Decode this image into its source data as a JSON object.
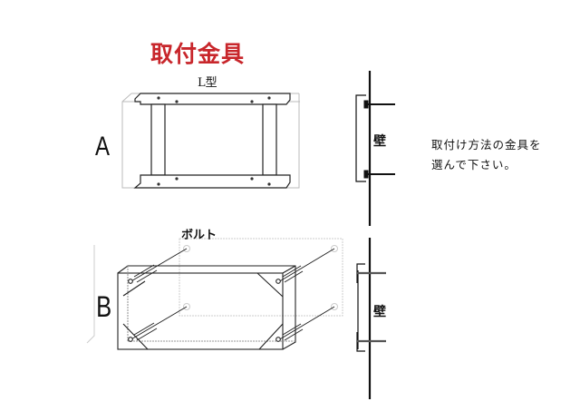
{
  "title": "取付金具",
  "option_a": {
    "label": "A",
    "type_label": "L型",
    "wall_label": "壁"
  },
  "option_b": {
    "label": "B",
    "type_label": "ボルト",
    "wall_label": "壁"
  },
  "instruction": {
    "line1": "取付け方法の金具を",
    "line2": "選んで下さい。"
  },
  "colors": {
    "title": "#c8262b",
    "line": "#222222",
    "light": "#bbbbbb"
  }
}
